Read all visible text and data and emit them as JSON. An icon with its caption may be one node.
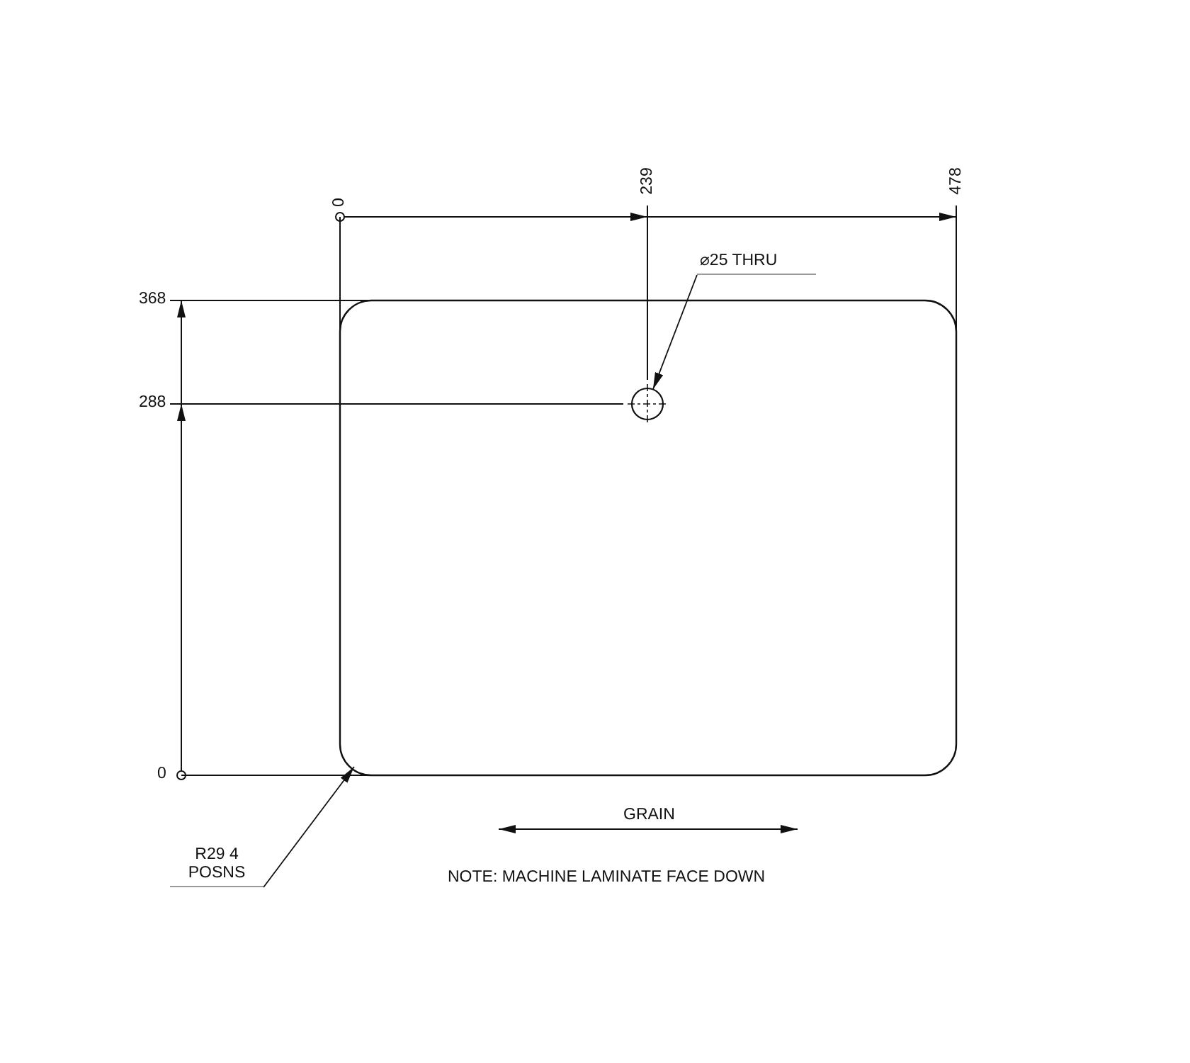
{
  "diagram": {
    "nodes": [
      {
        "text": [
          "⌀25 THRU"
        ]
      },
      {
        "text": [],
        "shape": "circle"
      },
      {
        "text": [
          "R29 4 POSNS"
        ]
      }
    ],
    "edges": [
      {
        "from": 0,
        "to": 1,
        "arrow": "to"
      },
      {
        "from": 2,
        "to": null,
        "arrow": "to"
      }
    ],
    "labels": [
      "0",
      "239",
      "478",
      "368",
      "288",
      "0",
      "GRAIN",
      "NOTE: MACHINE LAMINATE FACE DOWN"
    ]
  }
}
